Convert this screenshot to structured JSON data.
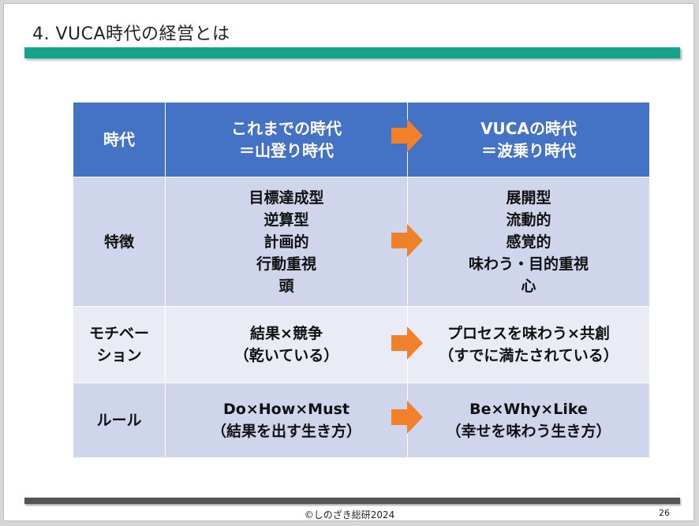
{
  "slide": {
    "title": "4. VUCA時代の経営とは",
    "footer_copyright": "©しのざき総研2024",
    "page_number": "26",
    "accent_color": "#17a389",
    "header_color": "#4472c4",
    "arrow_color": "#f0802a"
  },
  "table": {
    "header": {
      "label": "時代",
      "left": [
        "これまでの時代",
        "＝山登り時代"
      ],
      "right": [
        "VUCAの時代",
        "＝波乗り時代"
      ]
    },
    "rows": [
      {
        "label": [
          "特徴"
        ],
        "left": [
          "目標達成型",
          "逆算型",
          "計画的",
          "行動重視",
          "頭"
        ],
        "right": [
          "展開型",
          "流動的",
          "感覚的",
          "味わう・目的重視",
          "心"
        ]
      },
      {
        "label": [
          "モチベー",
          "ション"
        ],
        "left": [
          "結果×競争",
          "（乾いている）"
        ],
        "right": [
          "プロセスを味わう×共創",
          "（すでに満たされている）"
        ]
      },
      {
        "label": [
          "ルール"
        ],
        "left": [
          "Do×How×Must",
          "（結果を出す生き方）"
        ],
        "right": [
          "Be×Why×Like",
          "（幸せを味わう生き方）"
        ]
      }
    ]
  }
}
